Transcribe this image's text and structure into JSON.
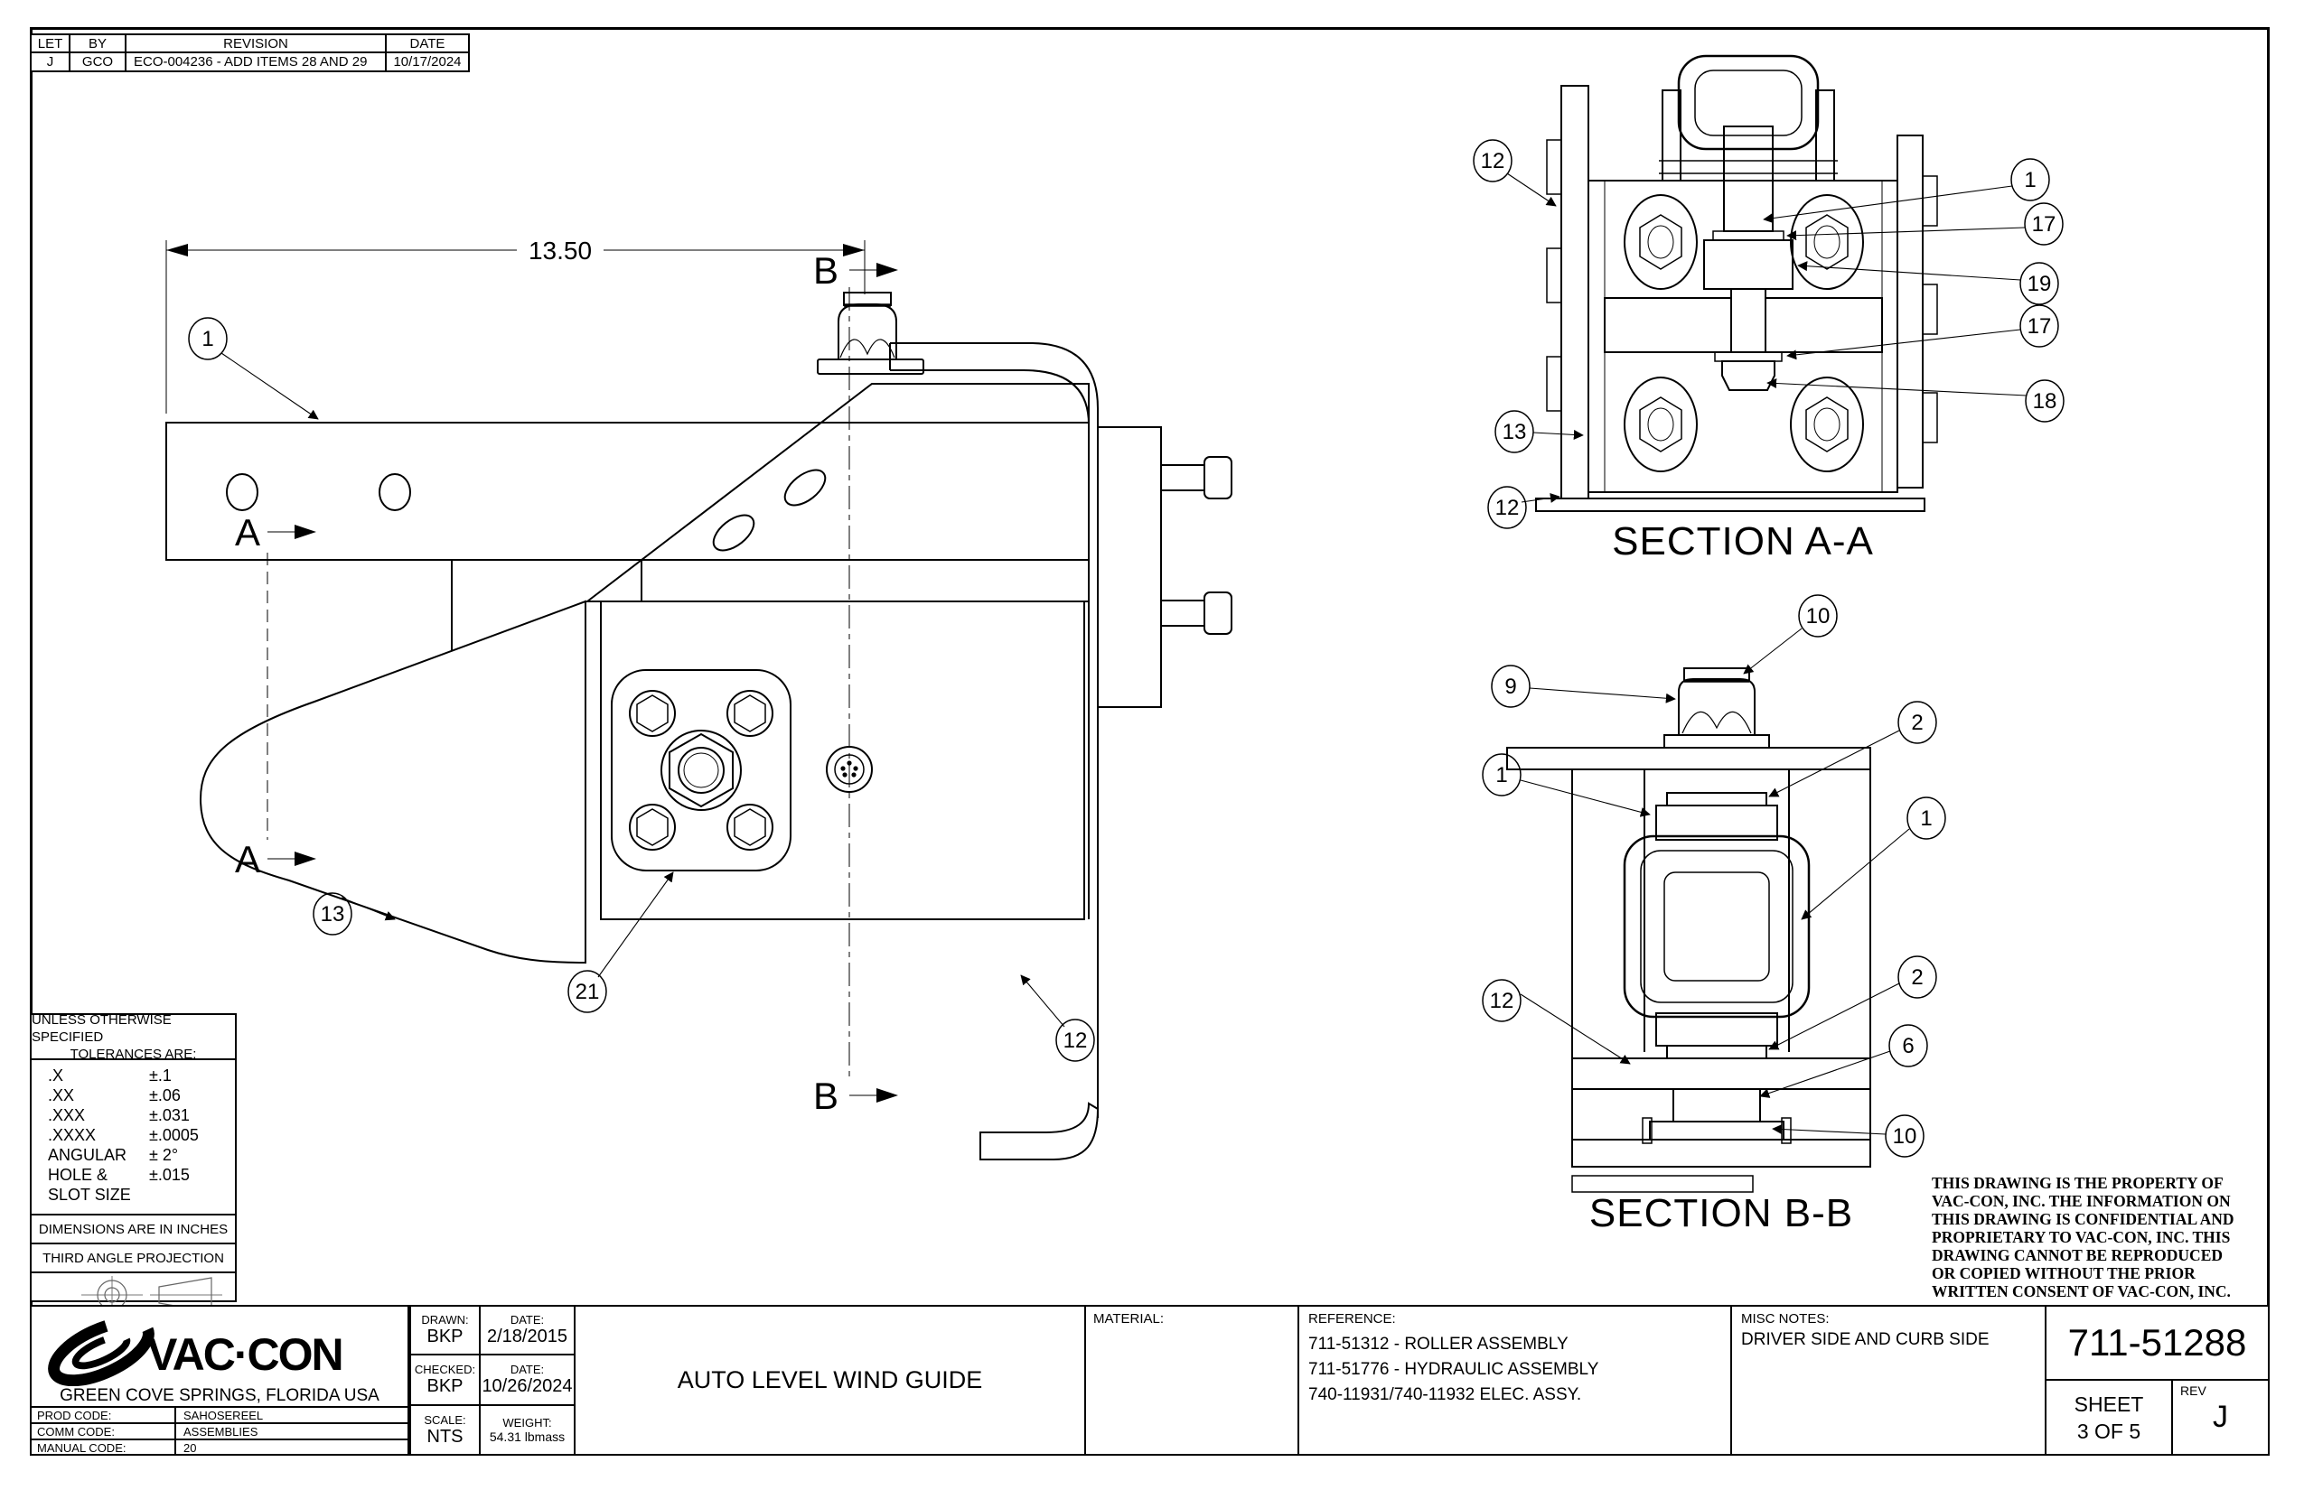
{
  "revision_table": {
    "headers": [
      "LET",
      "BY",
      "REVISION",
      "DATE"
    ],
    "row": {
      "let": "J",
      "by": "GCO",
      "revision": "ECO-004236 - ADD ITEMS 28 AND 29",
      "date": "10/17/2024"
    }
  },
  "tolerance_block": {
    "header_line1": "UNLESS OTHERWISE SPECIFIED",
    "header_line2": "TOLERANCES ARE:",
    "rows": [
      [
        ".X",
        "±.1"
      ],
      [
        ".XX",
        "±.06"
      ],
      [
        ".XXX",
        "±.031"
      ],
      [
        ".XXXX",
        "±.0005"
      ],
      [
        "ANGULAR",
        "± 2°"
      ],
      [
        "HOLE &",
        "±.015"
      ],
      [
        "SLOT SIZE",
        ""
      ]
    ],
    "dimensions_note": "DIMENSIONS ARE IN INCHES",
    "projection_note": "THIRD ANGLE PROJECTION"
  },
  "title_block": {
    "company_name": "VAC·CON",
    "company_location": "GREEN COVE SPRINGS, FLORIDA USA",
    "codes": [
      {
        "label": "PROD CODE:",
        "value": "SAHOSEREEL"
      },
      {
        "label": "COMM CODE:",
        "value": "ASSEMBLIES"
      },
      {
        "label": "MANUAL CODE:",
        "value": "20"
      }
    ],
    "drawn_label": "DRAWN:",
    "drawn_value": "BKP",
    "drawn_date_label": "DATE:",
    "drawn_date": "2/18/2015",
    "checked_label": "CHECKED:",
    "checked_value": "BKP",
    "checked_date_label": "DATE:",
    "checked_date": "10/26/2024",
    "scale_label": "SCALE:",
    "scale_value": "NTS",
    "weight_label": "WEIGHT:",
    "weight_value": "54.31 lbmass",
    "title": "AUTO LEVEL WIND GUIDE",
    "material_label": "MATERIAL:",
    "reference_label": "REFERENCE:",
    "references": [
      "711-51312 - ROLLER ASSEMBLY",
      "711-51776 - HYDRAULIC ASSEMBLY",
      "740-11931/740-11932  ELEC.  ASSY."
    ],
    "misc_label": "MISC NOTES:",
    "misc_value": "DRIVER SIDE AND CURB SIDE",
    "drawing_number": "711-51288",
    "sheet_label": "SHEET",
    "sheet_value": "3  OF 5",
    "rev_label": "REV",
    "rev_value": "J"
  },
  "confidentiality_note": [
    "THIS DRAWING IS THE PROPERTY OF",
    "VAC-CON, INC.  THE INFORMATION ON",
    "THIS DRAWING IS CONFIDENTIAL AND",
    "PROPRIETARY TO VAC-CON, INC.  THIS",
    "DRAWING CANNOT BE REPRODUCED",
    "OR COPIED WITHOUT THE PRIOR",
    "WRITTEN CONSENT OF VAC-CON, INC."
  ],
  "drawing": {
    "dimension_value": "13.50",
    "section_a_label": "SECTION A-A",
    "section_b_label": "SECTION B-B",
    "markers": {
      "a": "A",
      "b": "B"
    },
    "balloons_main": [
      "1",
      "13",
      "21",
      "12"
    ],
    "balloons_section_a": [
      "12",
      "1",
      "17",
      "19",
      "17",
      "18",
      "13",
      "12"
    ],
    "balloons_section_b": [
      "10",
      "9",
      "2",
      "1",
      "1",
      "12",
      "2",
      "6",
      "10"
    ]
  }
}
